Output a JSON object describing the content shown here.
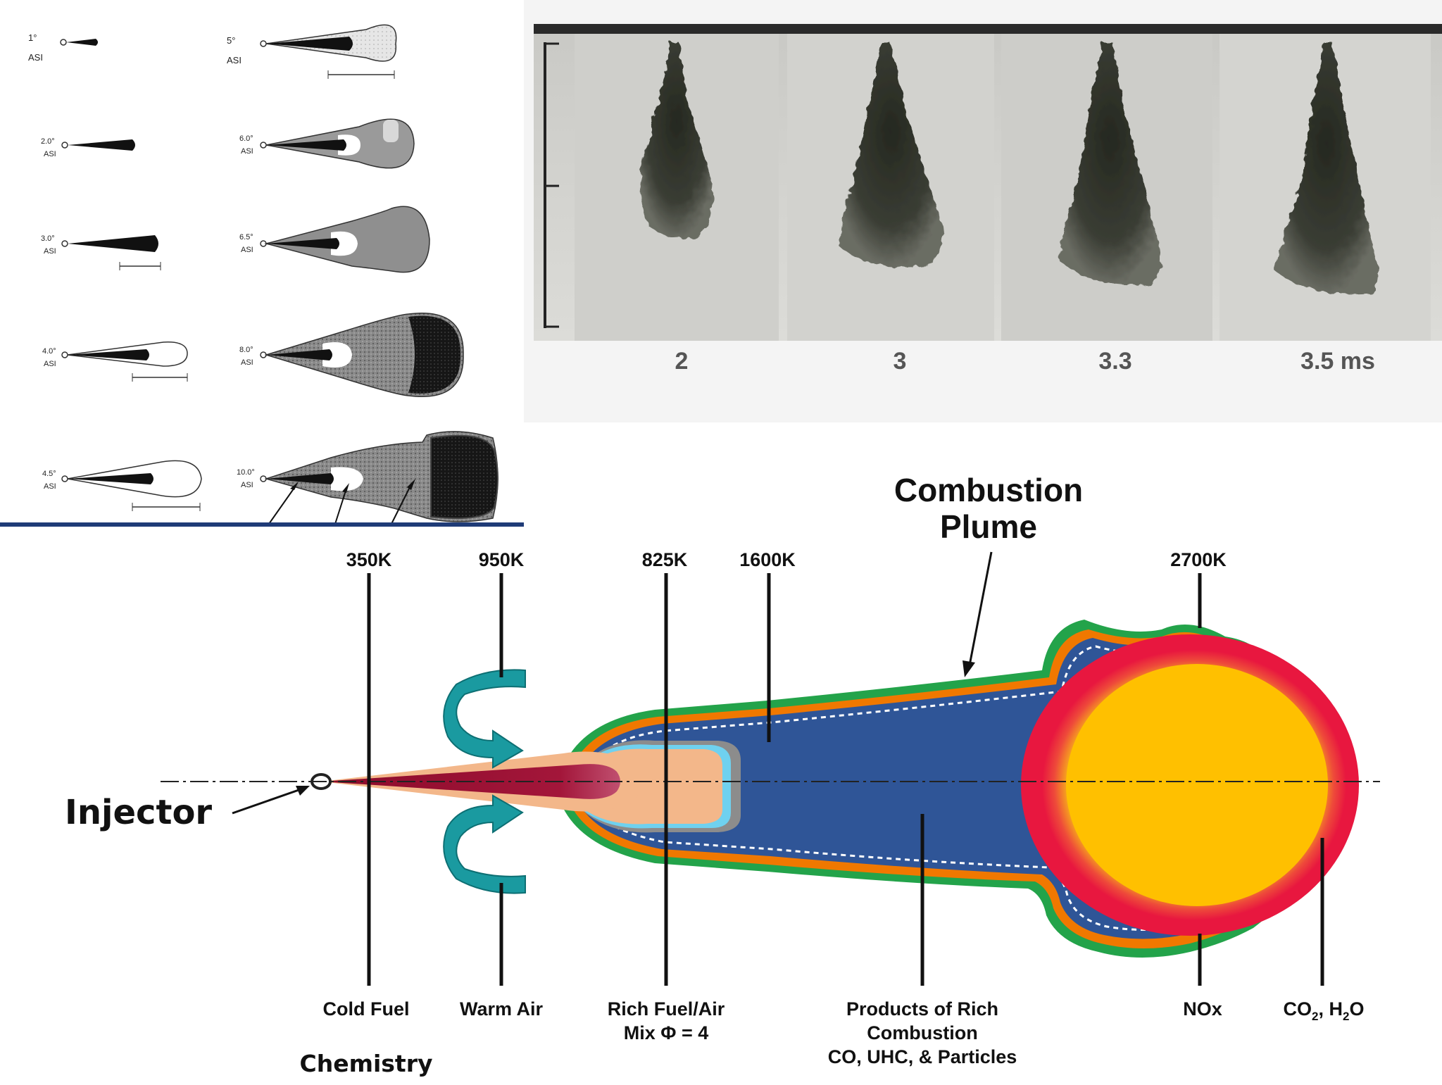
{
  "stages_panel": {
    "items": [
      {
        "angle": "1°",
        "unit": "ASI"
      },
      {
        "angle": "2.0°",
        "unit": "ASI"
      },
      {
        "angle": "3.0°",
        "unit": "ASI"
      },
      {
        "angle": "4.0°",
        "unit": "ASI"
      },
      {
        "angle": "4.5°",
        "unit": "ASI"
      },
      {
        "angle": "5°",
        "unit": "ASI"
      },
      {
        "angle": "6.0°",
        "unit": "ASI"
      },
      {
        "angle": "6.5°",
        "unit": "ASI"
      },
      {
        "angle": "8.0°",
        "unit": "ASI"
      },
      {
        "angle": "10.0°",
        "unit": "ASI"
      }
    ]
  },
  "photo_panel": {
    "time_labels": [
      "2",
      "3",
      "3.3",
      "3.5 ms"
    ]
  },
  "plume_diagram": {
    "title_line1": "Combustion",
    "title_line2": "Plume",
    "injector_label": "Injector",
    "temperatures": [
      "350K",
      "950K",
      "825K",
      "1600K",
      "2700K"
    ],
    "zones": {
      "cold_fuel": "Cold Fuel",
      "warm_air": "Warm Air",
      "rich_mix_line1": "Rich Fuel/Air",
      "rich_mix_line2": "Mix Φ = 4",
      "products_line1": "Products of Rich",
      "products_line2": "Combustion",
      "products_line3": "CO, UHC, & Particles",
      "nox": "NOx",
      "co2_h2o": "CO2, H2O"
    },
    "footer": "Chemistry",
    "colors": {
      "fuel_core": "#8b0a2a",
      "fuel_spray": "#f3b78a",
      "mix_zone_edge": "#6fd1ef",
      "products": "#2f5597",
      "flame_outer": "#e8173f",
      "flame_core": "#ffc000",
      "plume_border_orange": "#f07800",
      "plume_border_green": "#23a34a",
      "air_arrow": "#1a9aa0"
    }
  }
}
